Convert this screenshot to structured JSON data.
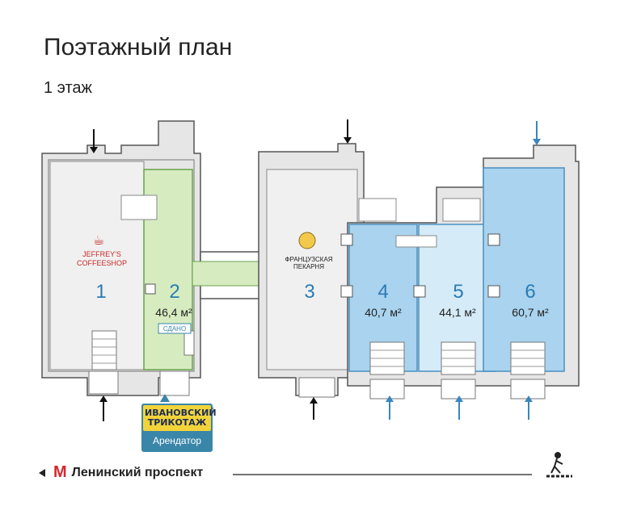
{
  "header": {
    "title": "Поэтажный план",
    "subtitle": "1 этаж"
  },
  "units": [
    {
      "num": "1",
      "area": "",
      "tenant_logo": "JEFFREY'S COFFEESHOP",
      "status": ""
    },
    {
      "num": "2",
      "area": "46,4 м²",
      "tenant_logo": "",
      "status": "СДАНО"
    },
    {
      "num": "3",
      "area": "",
      "tenant_logo": "ФРАНЦУЗСКАЯ ПЕКАРНЯ",
      "status": ""
    },
    {
      "num": "4",
      "area": "40,7 м²",
      "tenant_logo": "",
      "status": ""
    },
    {
      "num": "5",
      "area": "44,1 м²",
      "tenant_logo": "",
      "status": ""
    },
    {
      "num": "6",
      "area": "60,7 м²",
      "tenant_logo": "",
      "status": ""
    }
  ],
  "logos": {
    "jeffreys_line1": "JEFFREY'S",
    "jeffreys_line2": "COFFEESHOP",
    "bakery_line1": "ФРАНЦУЗСКАЯ",
    "bakery_line2": "ПЕКАРНЯ"
  },
  "tenant_badge": {
    "logo_line1": "ИВАНОВСКИЙ",
    "logo_line2": "ТРИКОТАЖ",
    "role": "Арендатор"
  },
  "street": {
    "metro_symbol": "М",
    "name": "Ленинский проспект"
  },
  "colors": {
    "green": "#d6ecc0",
    "blue_dark": "#a9d3ee",
    "blue_light": "#d5ebf7",
    "gray": "#efefef",
    "accent": "#3a86a8"
  },
  "icons": [
    "entrance-arrow-icon",
    "metro-icon",
    "pedestrian-icon"
  ]
}
